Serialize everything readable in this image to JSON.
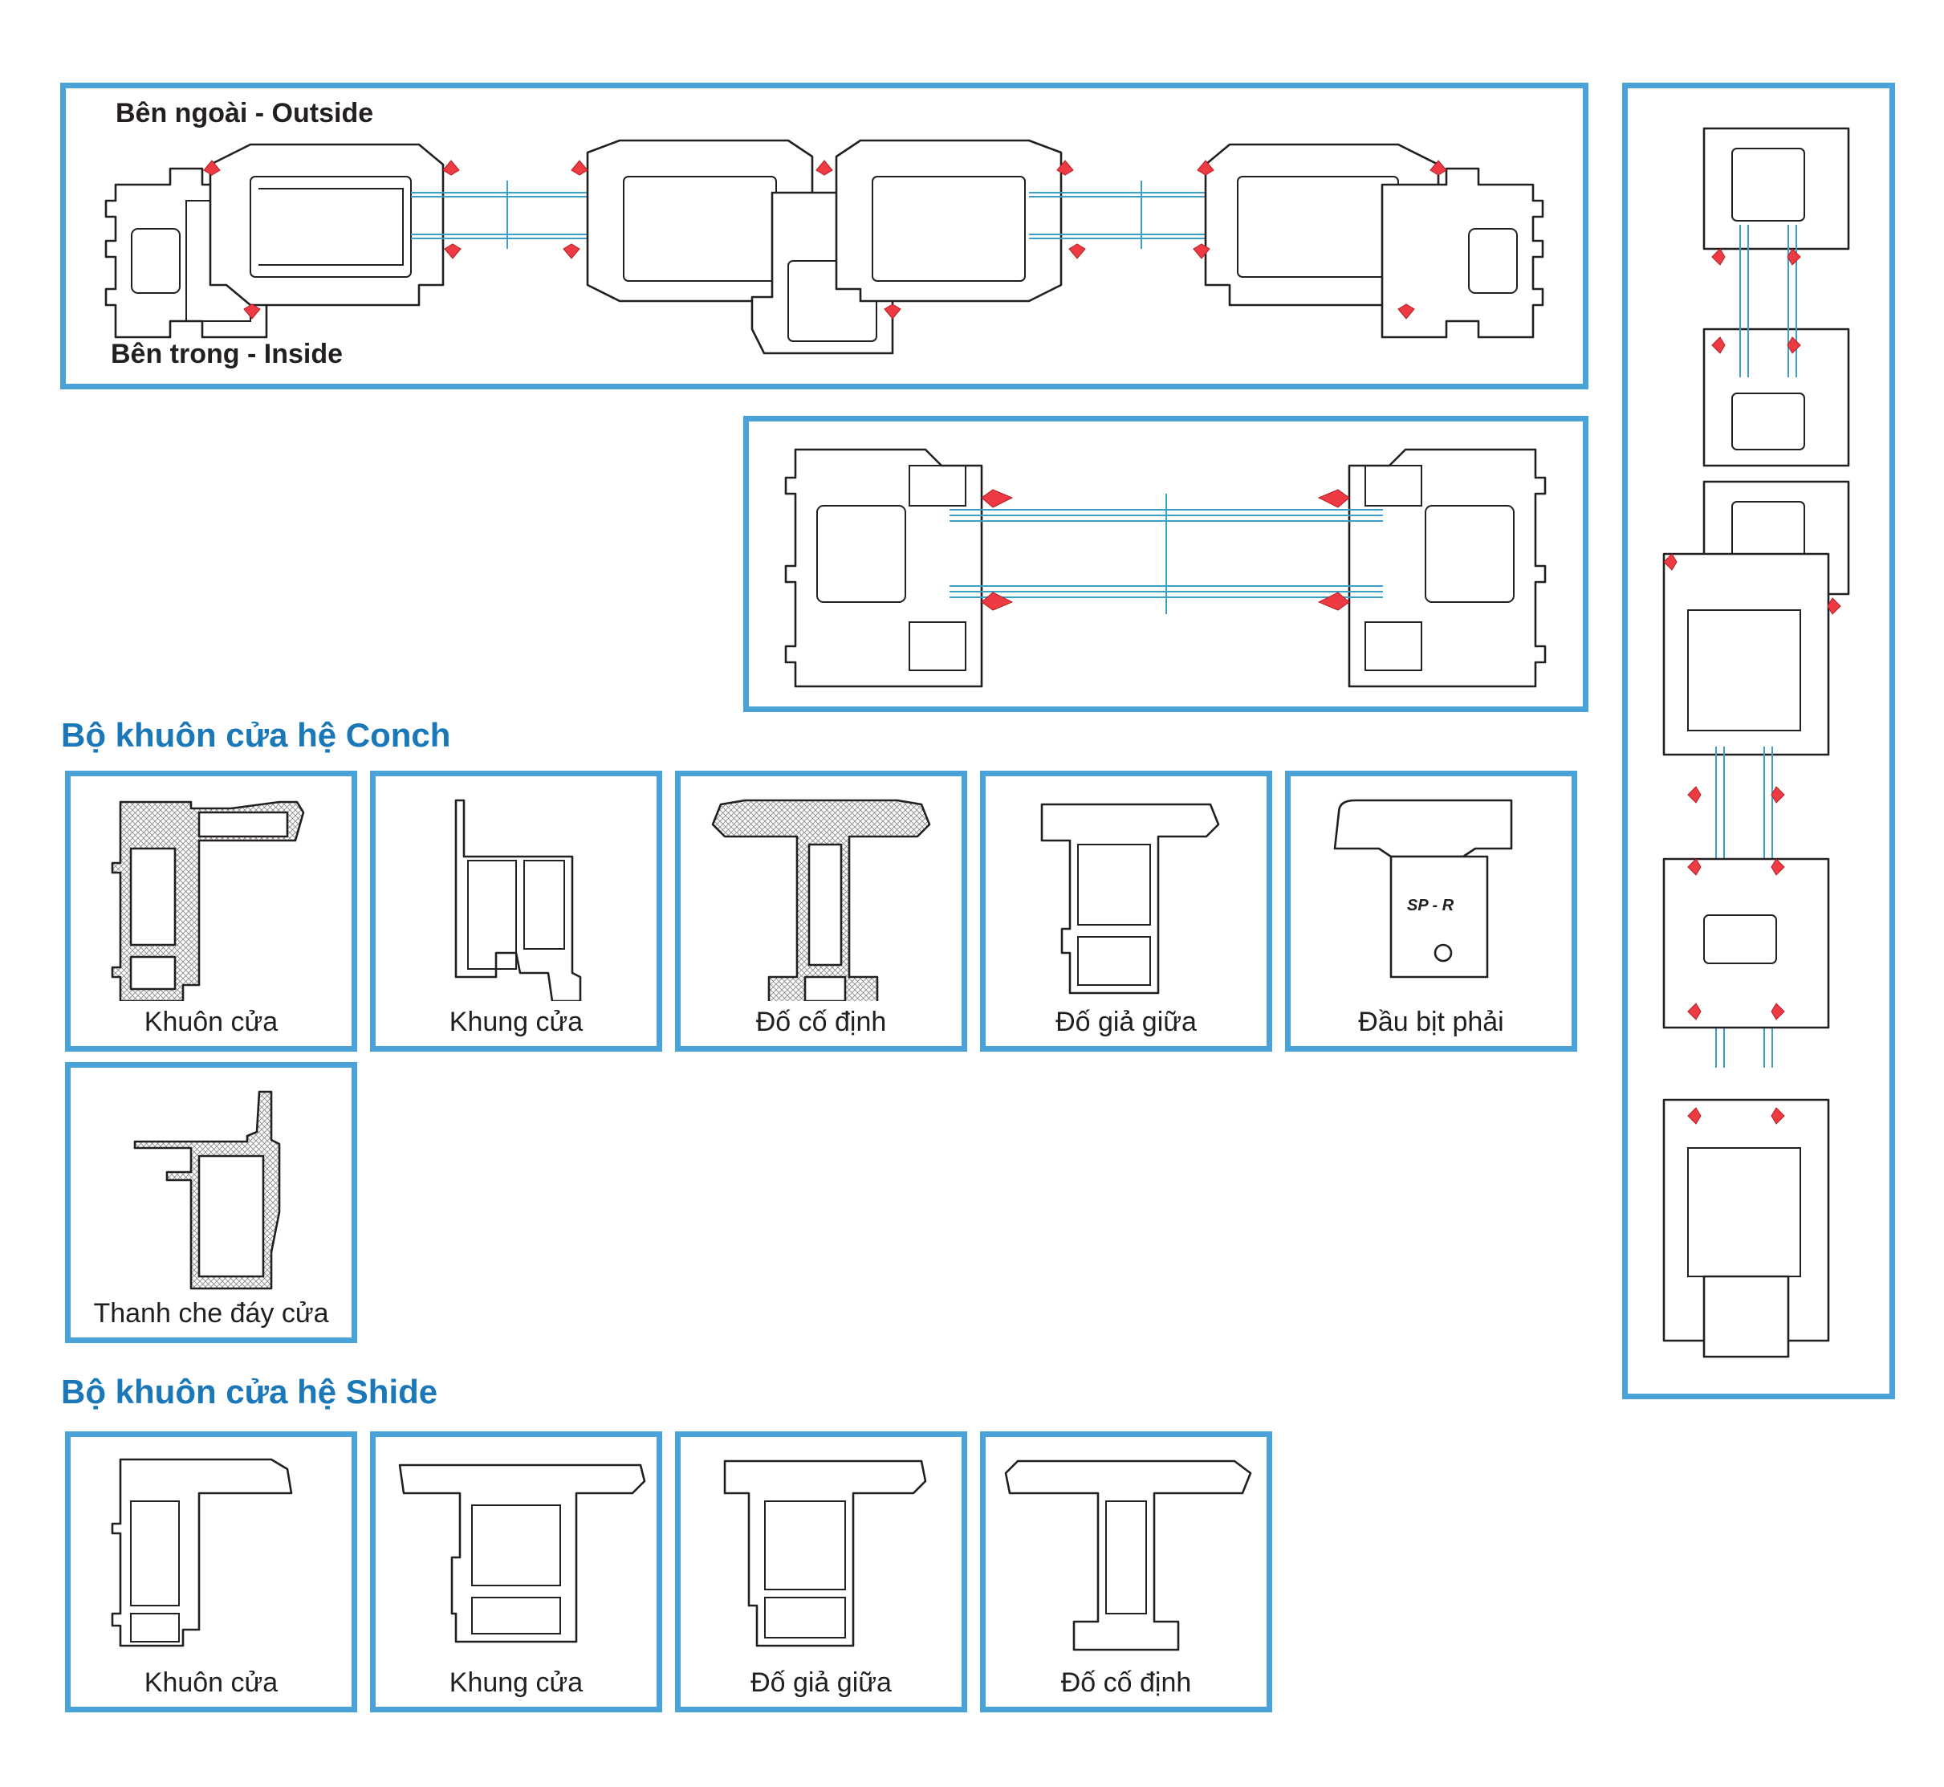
{
  "top_assembly": {
    "outside_label": "Bên ngoài - Outside",
    "inside_label": "Bên trong - Inside"
  },
  "conch": {
    "title": "Bộ khuôn cửa hệ Conch",
    "items": [
      {
        "label": "Khuôn cửa"
      },
      {
        "label": "Khung cửa"
      },
      {
        "label": "Đố cố định"
      },
      {
        "label": "Đố giả giữa"
      },
      {
        "label": "Đầu bịt phải"
      },
      {
        "label": "Thanh che đáy cửa"
      }
    ],
    "end_cap_logo": "SP - R"
  },
  "shide": {
    "title": "Bộ khuôn cửa hệ Shide",
    "items": [
      {
        "label": "Khuôn cửa"
      },
      {
        "label": "Khung cửa"
      },
      {
        "label": "Đố giả giữa"
      },
      {
        "label": "Đố cố định"
      }
    ]
  },
  "colors": {
    "frame_border": "#4aa3d8",
    "title_blue": "#1a78b8",
    "gasket_red": "#ee3b43",
    "glass_line": "#3aa0c8"
  }
}
